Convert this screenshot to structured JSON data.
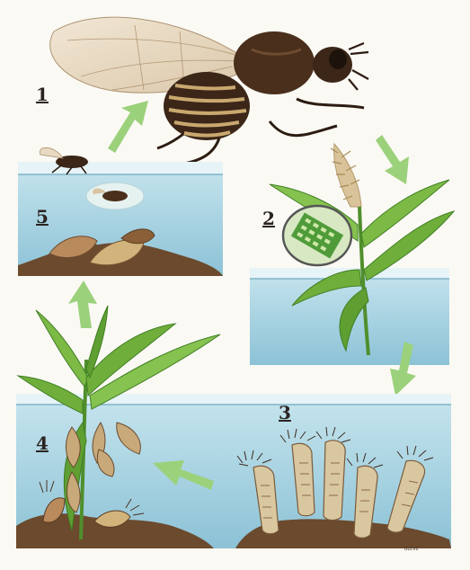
{
  "diagram": {
    "labels": {
      "stage_1": "1",
      "stage_2": "2",
      "stage_3": "3",
      "stage_4": "4",
      "stage_5": "5"
    },
    "signature": "BLEVE"
  },
  "colors": {
    "water": "#9fd0e0",
    "water_deep": "#7fbcd3",
    "water_surface": "#c9e6ef",
    "soil": "#6b4a2e",
    "leaf": "#6fae3a",
    "leaf_dark": "#3f7f24",
    "arrow": "#8cc86a",
    "fly_body": "#3b2618",
    "fly_band": "#c9a86f",
    "wing": "#e7d9c2",
    "larva": "#d9c7a0",
    "pupa": "#b98a5c"
  }
}
